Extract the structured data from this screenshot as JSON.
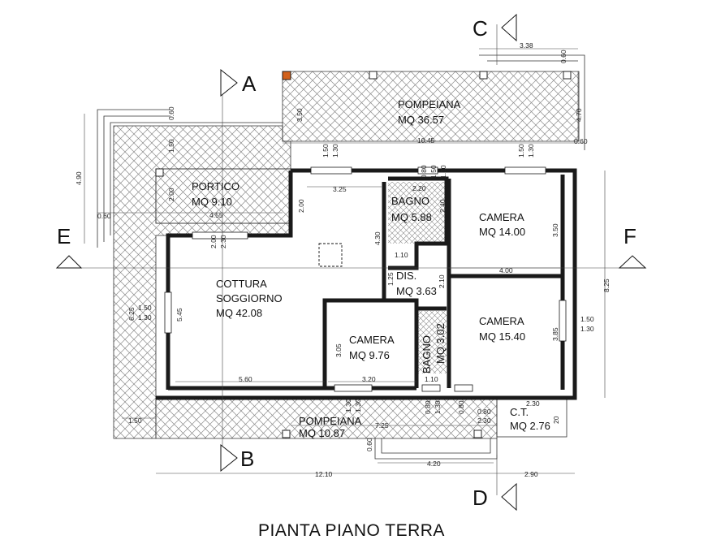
{
  "title": "PIANTA PIANO TERRA",
  "colors": {
    "wall": "#1a1a1a",
    "hatch": "#8a8a8a",
    "accent": "#d2601a"
  },
  "rooms": {
    "pompeiana_top": {
      "name": "POMPEIANA",
      "area": "MQ 36.57"
    },
    "portico": {
      "name": "PORTICO",
      "area": "MQ 9.10"
    },
    "bagno_1": {
      "name": "BAGNO",
      "area": "MQ 5.88"
    },
    "camera_1": {
      "name": "CAMERA",
      "area": "MQ 14.00"
    },
    "cottura": {
      "name1": "COTTURA",
      "name2": "SOGGIORNO",
      "area": "MQ 42.08"
    },
    "dis": {
      "name": "DIS.",
      "area": "MQ 3.63"
    },
    "camera_2": {
      "name": "CAMERA",
      "area": "MQ 15.40"
    },
    "camera_3": {
      "name": "CAMERA",
      "area": "MQ 9.76"
    },
    "bagno_2": {
      "name": "BAGNO",
      "area": "MQ 3.02"
    },
    "pompeiana_bottom": {
      "name": "POMPEIANA",
      "area": "MQ 10.87"
    },
    "ct": {
      "name": "C.T.",
      "area": "MQ 2.76"
    }
  },
  "sections": {
    "a": "A",
    "b": "B",
    "c": "C",
    "d": "D",
    "e": "E",
    "f": "F"
  },
  "dims": {
    "d338": "3.38",
    "d060a": "0.60",
    "d470": "4.70",
    "d350a": "3.50",
    "d1045": "10.45",
    "d060b": "0.60",
    "d060c": "0.60",
    "d150a": "1.50",
    "d490": "4.90",
    "d150b": "1.50",
    "d130a": "1.30",
    "d150c": "1.50",
    "d130b": "1.30",
    "d080a": "0.80",
    "d150d": "1.50",
    "d130c": "1.30",
    "d200a": "2.00",
    "d325": "3.25",
    "d200b": "2.00",
    "d220": "2.20",
    "d240": "2.40",
    "d060d": "0.60",
    "d455": "4.55",
    "d200c": "2.00",
    "d230a": "2.30",
    "d430": "4.30",
    "d110a": "1.10",
    "d350b": "3.50",
    "d400": "4.00",
    "d825": "8.25",
    "d125": "1.25",
    "d210": "2.10",
    "d625": "6.25",
    "d150e": "1.50",
    "d130d": "1.30",
    "d545": "5.45",
    "d305": "3.05",
    "d385": "3.85",
    "d150f": "1.50",
    "d130e": "1.30",
    "d560": "5.60",
    "d320": "3.20",
    "d110b": "1.10",
    "d150g": "1.50",
    "d130f": "1.30",
    "d130g": "1.30",
    "d080b": "0.80",
    "d130h": "1.30",
    "d080c": "0.80",
    "d080d": "0.80",
    "d230b": "2.30",
    "d230c": "2.30",
    "d020": "20",
    "d725": "7.25",
    "d060e": "0.60",
    "d420": "4.20",
    "d1210": "12.10",
    "d290": "2.90"
  }
}
